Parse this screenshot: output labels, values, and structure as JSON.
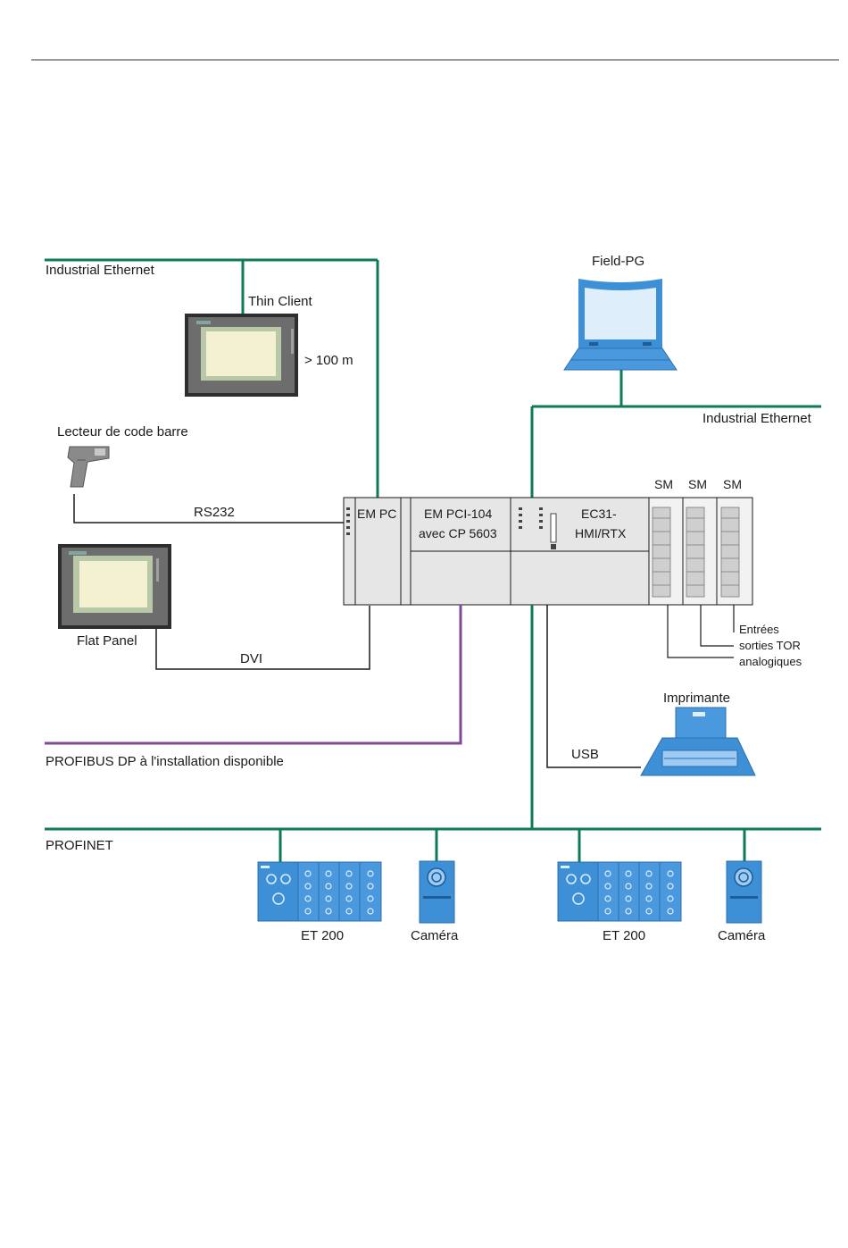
{
  "colors": {
    "ethernet": "#0e7a5a",
    "profibus": "#7d4a93",
    "cable": "#1a1a1a",
    "device_blue": "#3d8fd6",
    "device_blue_light": "#9ecbf3",
    "panel_frame": "#2e2e2e",
    "panel_screen": "#f3f1d2",
    "module_gray": "#e6e6e6"
  },
  "networks": {
    "ie_left": "Industrial Ethernet",
    "ie_right": "Industrial Ethernet",
    "profibus": "PROFIBUS DP à l'installation disponible",
    "profinet": "PROFINET"
  },
  "devices": {
    "thin_client": "Thin Client",
    "distance": "> 100 m",
    "barcode": "Lecteur de code barre",
    "rs232": "RS232",
    "flat_panel": "Flat Panel",
    "dvi": "DVI",
    "field_pg": "Field-PG",
    "printer": "Imprimante",
    "usb": "USB"
  },
  "rack": {
    "em_pc": "EM PC",
    "em_pci_line1": "EM PCI-104",
    "em_pci_line2": "avec CP 5603",
    "ec31_line1": "EC31-",
    "ec31_line2": "HMI/RTX",
    "sm_labels": [
      "SM",
      "SM",
      "SM"
    ],
    "io_line1": "Entrées",
    "io_line2": "sorties TOR",
    "io_line3": "analogiques"
  },
  "profinet_devices": {
    "et200_a": "ET 200",
    "camera_a": "Caméra",
    "et200_b": "ET 200",
    "camera_b": "Caméra"
  }
}
